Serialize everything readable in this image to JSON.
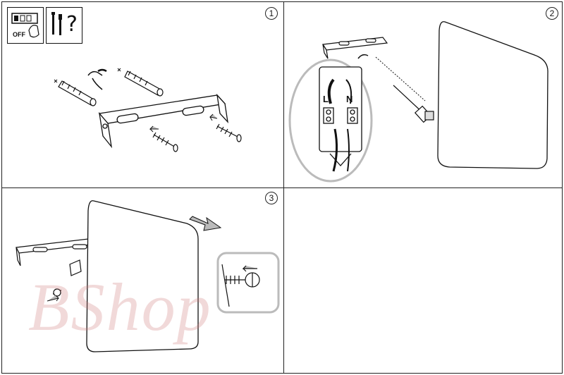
{
  "steps": {
    "step1": {
      "number": "1"
    },
    "step2": {
      "number": "2"
    },
    "step3": {
      "number": "3"
    }
  },
  "icons": {
    "power_off": {
      "label": "OFF",
      "icon": "power-off-switch-icon"
    },
    "tools": {
      "mark": "?",
      "icon": "tools-screw-question-icon"
    }
  },
  "terminal": {
    "live_label": "L",
    "neutral_label": "N"
  },
  "watermark": {
    "text": "BShop"
  },
  "colors": {
    "line": "#111111",
    "arrow_fill": "#bbbbbb",
    "watermark": "#cd7878"
  }
}
